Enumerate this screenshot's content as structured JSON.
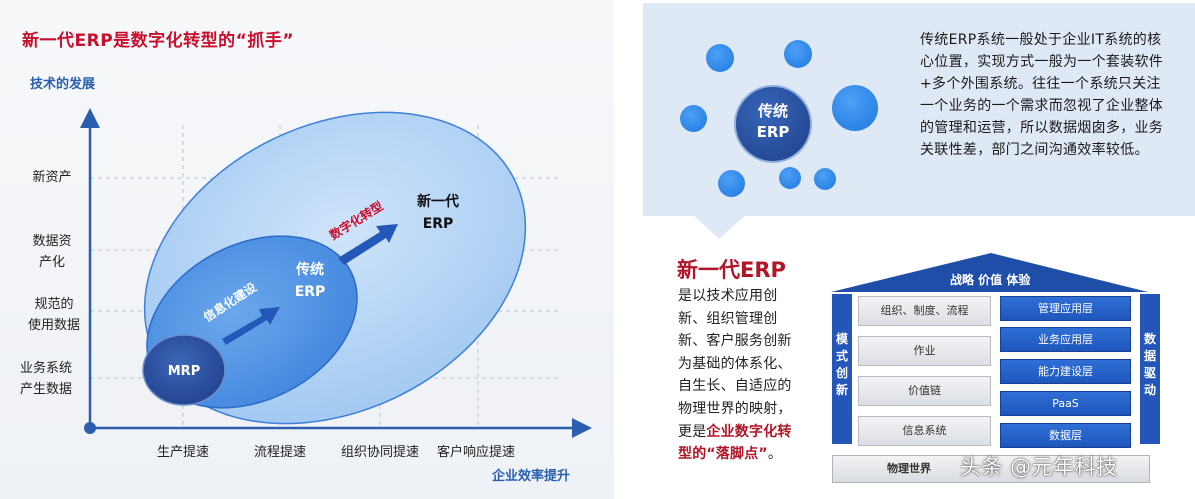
{
  "left": {
    "title": "新一代ERP是数字化转型的“抓手”",
    "y_axis_title": "技术的发展",
    "x_axis_title": "企业效率提升",
    "y_labels": [
      "新资产",
      "数据资\n产化",
      "规范的\n使用数据",
      "业务系统\n产生数据"
    ],
    "x_labels": [
      "生产提速",
      "流程提速",
      "组织协同提速",
      "客户响应提速"
    ],
    "mrp": "MRP",
    "trad_erp": [
      "传统",
      "ERP"
    ],
    "new_erp": [
      "新一代",
      "ERP"
    ],
    "arrow1": "信息化建设",
    "arrow2": "数字化转型"
  },
  "right_top": {
    "circle": [
      "传统",
      "ERP"
    ],
    "text": "传统ERP系统一般处于企业IT系统的核心位置，实现方式一般为一个套装软件+多个外围系统。往往一个系统只关注一个业务的一个需求而忽视了企业整体的管理和运营，所以数据烟囱多，业务关联性差，部门之间沟通效率较低。"
  },
  "new_erp": {
    "title": "新一代ERP",
    "desc_plain": "是以技术应用创新、组织管理创新、客户服务创新为基础的体系化、自生长、自适应的物理世界的映射，更是",
    "desc_highlight": "企业数字化转型的“落脚点”",
    "desc_end": "。"
  },
  "house": {
    "roof": "战略 价值 体验",
    "left_col": "模式创新",
    "right_col": "数据驱动",
    "grey_boxes": [
      "组织、制度、流程",
      "作业",
      "价值链",
      "信息系统"
    ],
    "blue_boxes": [
      "管理应用层",
      "业务应用层",
      "能力建设层",
      "PaaS",
      "数据层"
    ],
    "base": "物理世界"
  },
  "watermark": "头条 @元年科技",
  "colors": {
    "title_red": "#c8102e",
    "axis_blue": "#2a5fb0",
    "dark_blue": "#2356b8",
    "light_blue": "#a9cdf5"
  }
}
